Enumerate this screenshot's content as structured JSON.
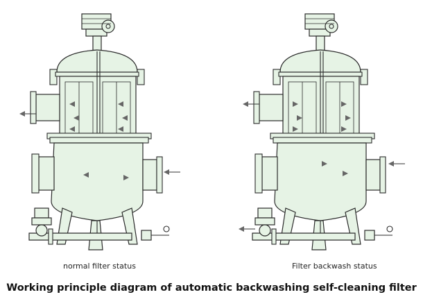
{
  "figures": [
    {
      "caption": "normal filter status"
    },
    {
      "caption": "Filter backwash status"
    }
  ],
  "title": "Working principle diagram of automatic backwashing self-cleaning filter"
}
